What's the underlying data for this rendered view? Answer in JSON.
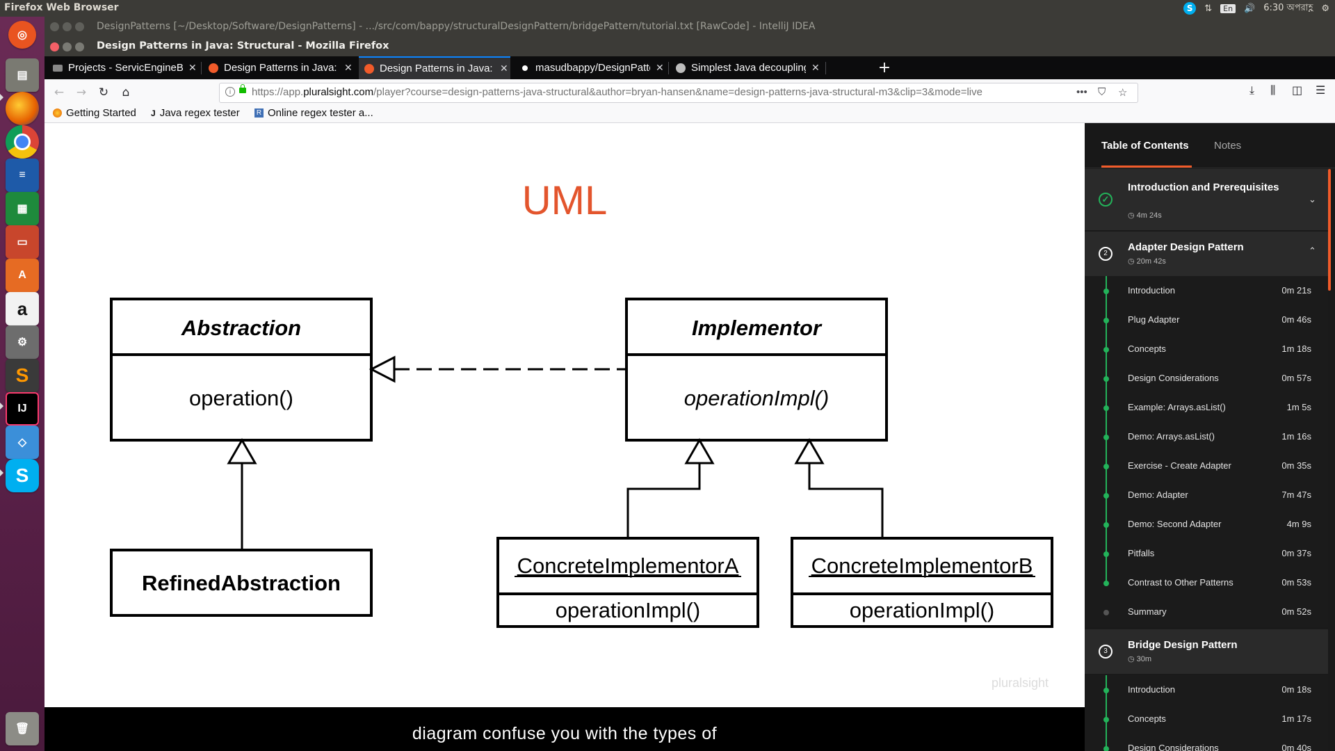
{
  "os": {
    "panel_app_name": "Firefox Web Browser",
    "clock": "6:30 অপরাহ্ণ",
    "input_lang": "En"
  },
  "ide_window": {
    "title": "DesignPatterns [~/Desktop/Software/DesignPatterns] - .../src/com/bappy/structuralDesignPattern/bridgePattern/tutorial.txt [RawCode] - IntelliJ IDEA"
  },
  "firefox": {
    "window_title": "Design Patterns in Java: Structural - Mozilla Firefox",
    "tabs": [
      {
        "label": "Projects - ServicEngineBD",
        "active": false
      },
      {
        "label": "Design Patterns in Java: Structural",
        "active": false
      },
      {
        "label": "Design Patterns in Java: Structural",
        "active": true
      },
      {
        "label": "masudbappy/DesignPatterns",
        "active": false
      },
      {
        "label": "Simplest Java decoupling",
        "active": false
      }
    ],
    "url_prefix": "https://app.",
    "url_domain": "pluralsight.com",
    "url_rest": "/player?course=design-patterns-java-structural&author=bryan-hansen&name=design-patterns-java-structural-m3&clip=3&mode=live",
    "bookmarks": [
      "Getting Started",
      "Java regex tester",
      "Online regex tester a..."
    ]
  },
  "slide": {
    "title": "UML",
    "watermark": "pluralsight",
    "uml": {
      "abstraction": {
        "name": "Abstraction",
        "method": "operation()"
      },
      "implementor": {
        "name": "Implementor",
        "method": "operationImpl()"
      },
      "refined": {
        "name": "RefinedAbstraction"
      },
      "concrete_a": {
        "name": "ConcreteImplementorA",
        "method": "operationImpl()"
      },
      "concrete_b": {
        "name": "ConcreteImplementorB",
        "method": "operationImpl()"
      }
    }
  },
  "caption": "diagram confuse you with the types of",
  "sidebar": {
    "tabs": [
      "Table of Contents",
      "Notes"
    ],
    "modules": [
      {
        "number": "✓",
        "title": "Introduction and Prerequisites",
        "duration": "4m 24s",
        "expanded": false,
        "done": true
      },
      {
        "number": "2",
        "title": "Adapter Design Pattern",
        "duration": "20m 42s",
        "expanded": true,
        "done": false
      },
      {
        "number": "3",
        "title": "Bridge Design Pattern",
        "duration": "30m",
        "expanded": true,
        "done": false
      }
    ],
    "adapter_clips": [
      {
        "title": "Introduction",
        "duration": "0m 21s"
      },
      {
        "title": "Plug Adapter",
        "duration": "0m 46s"
      },
      {
        "title": "Concepts",
        "duration": "1m 18s"
      },
      {
        "title": "Design Considerations",
        "duration": "0m 57s"
      },
      {
        "title": "Example: Arrays.asList()",
        "duration": "1m 5s"
      },
      {
        "title": "Demo: Arrays.asList()",
        "duration": "1m 16s"
      },
      {
        "title": "Exercise - Create Adapter",
        "duration": "0m 35s"
      },
      {
        "title": "Demo: Adapter",
        "duration": "7m 47s"
      },
      {
        "title": "Demo: Second Adapter",
        "duration": "4m 9s"
      },
      {
        "title": "Pitfalls",
        "duration": "0m 37s"
      },
      {
        "title": "Contrast to Other Patterns",
        "duration": "0m 53s"
      },
      {
        "title": "Summary",
        "duration": "0m 52s"
      }
    ],
    "bridge_clips": [
      {
        "title": "Introduction",
        "duration": "0m 18s"
      },
      {
        "title": "Concepts",
        "duration": "1m 17s"
      },
      {
        "title": "Design Considerations",
        "duration": "0m 40s"
      }
    ]
  },
  "colors": {
    "accent": "#f15b2a",
    "done_green": "#23b35a",
    "firefox_blue": "#0a84ff",
    "uml_title": "#e3552d"
  }
}
